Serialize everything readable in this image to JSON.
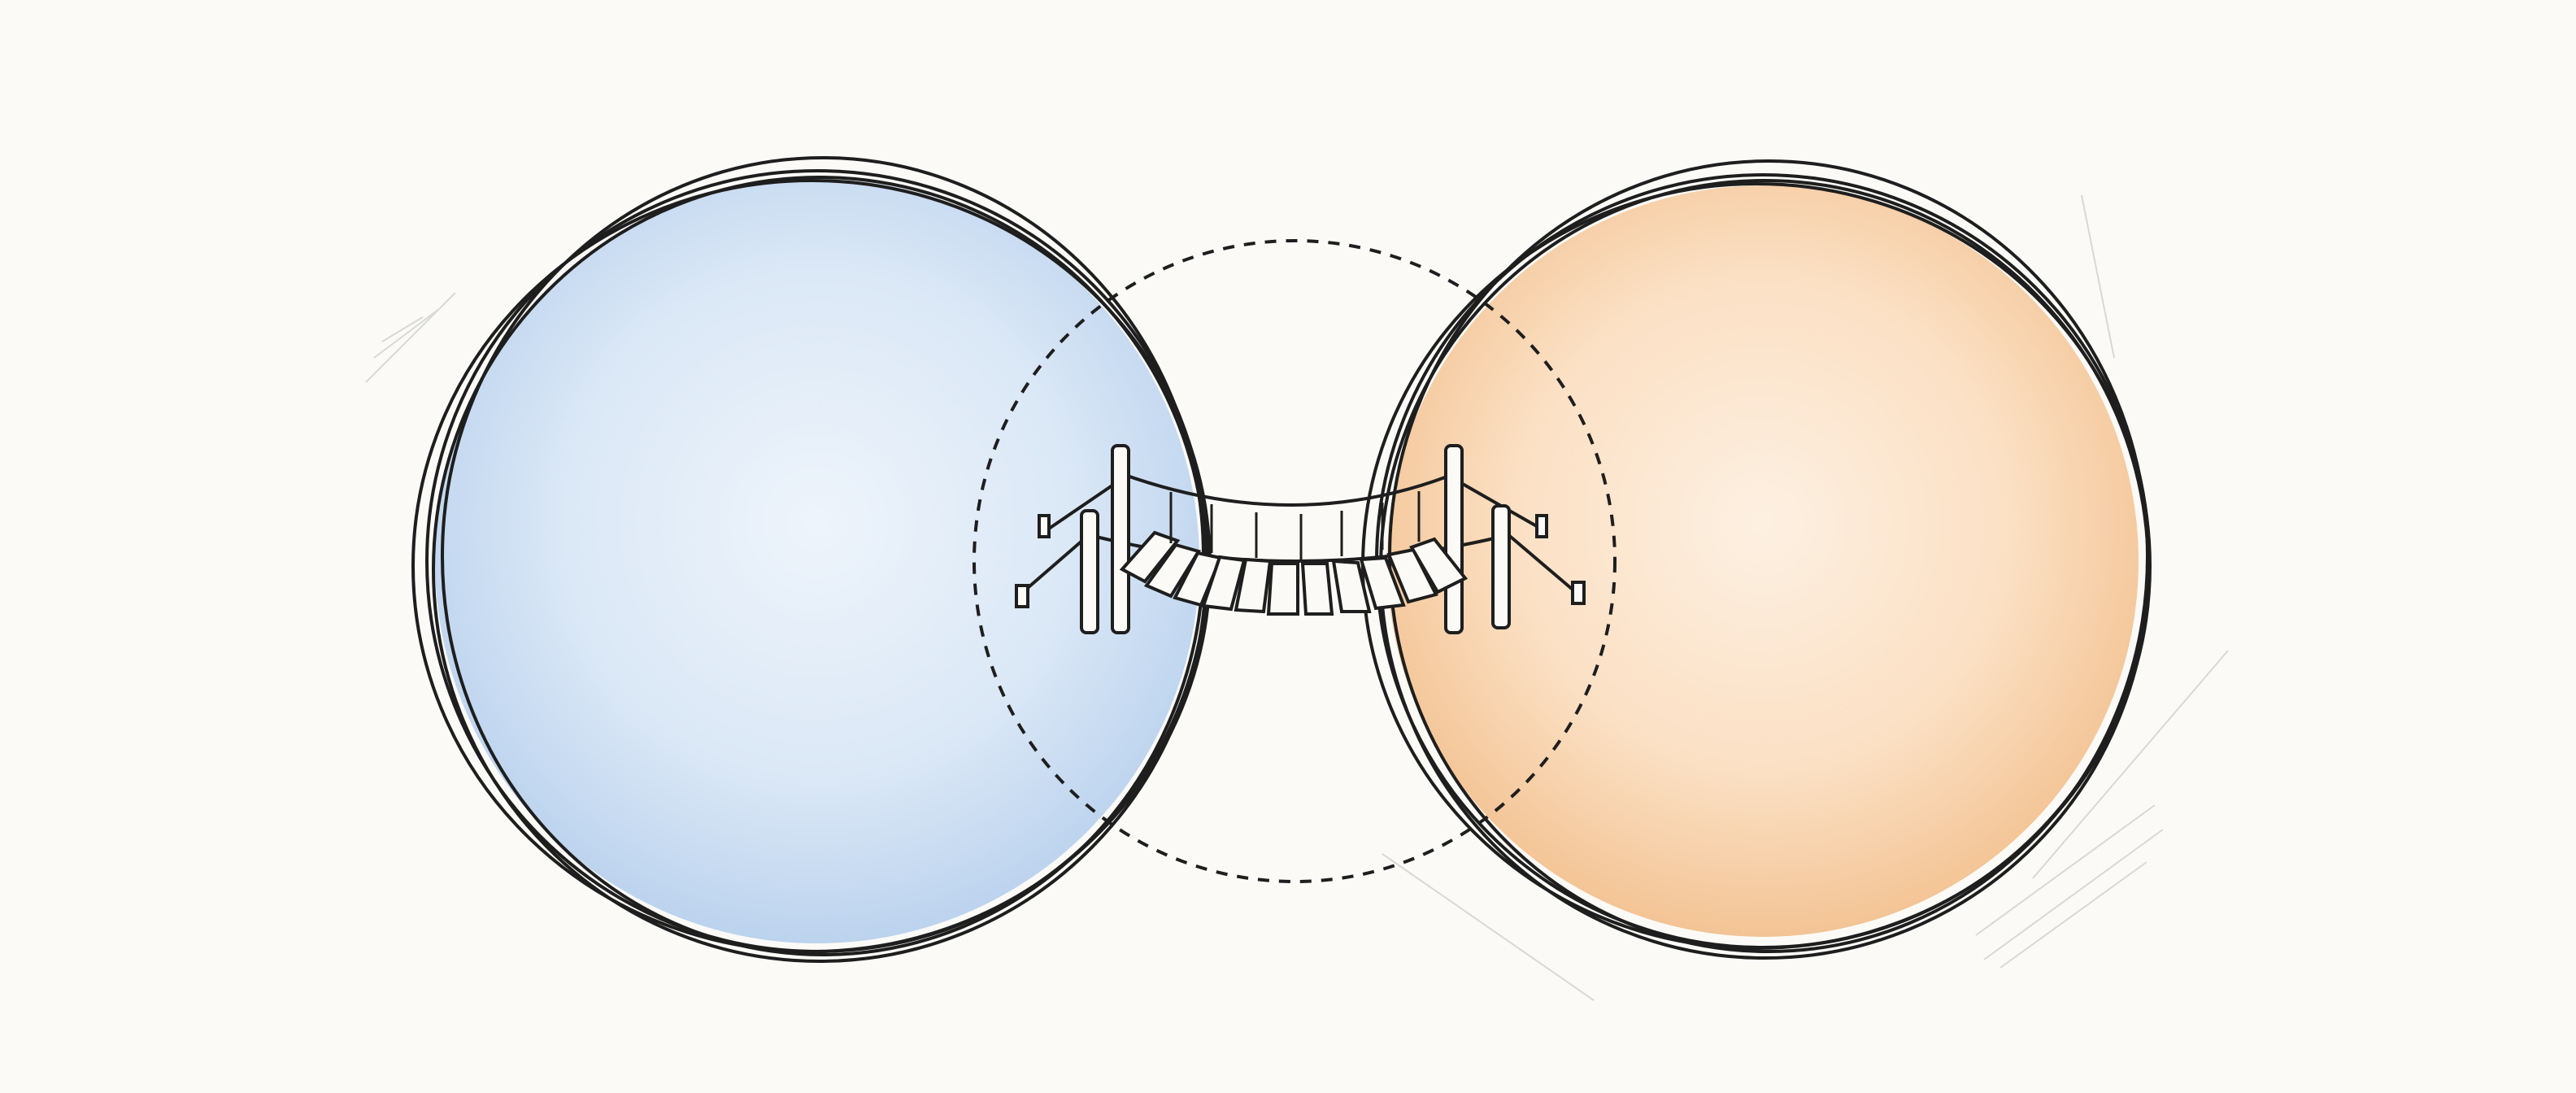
{
  "colors": {
    "background": "#fbfaf7",
    "left_circle_fill": "#c9dcf1",
    "right_circle_fill": "#f6cfa6",
    "ink": "#1e1e1e"
  },
  "icons": {
    "left": "watercolor-circle-blue",
    "right": "watercolor-circle-orange",
    "middle": "dashed-circle",
    "connector": "rope-bridge-icon"
  }
}
